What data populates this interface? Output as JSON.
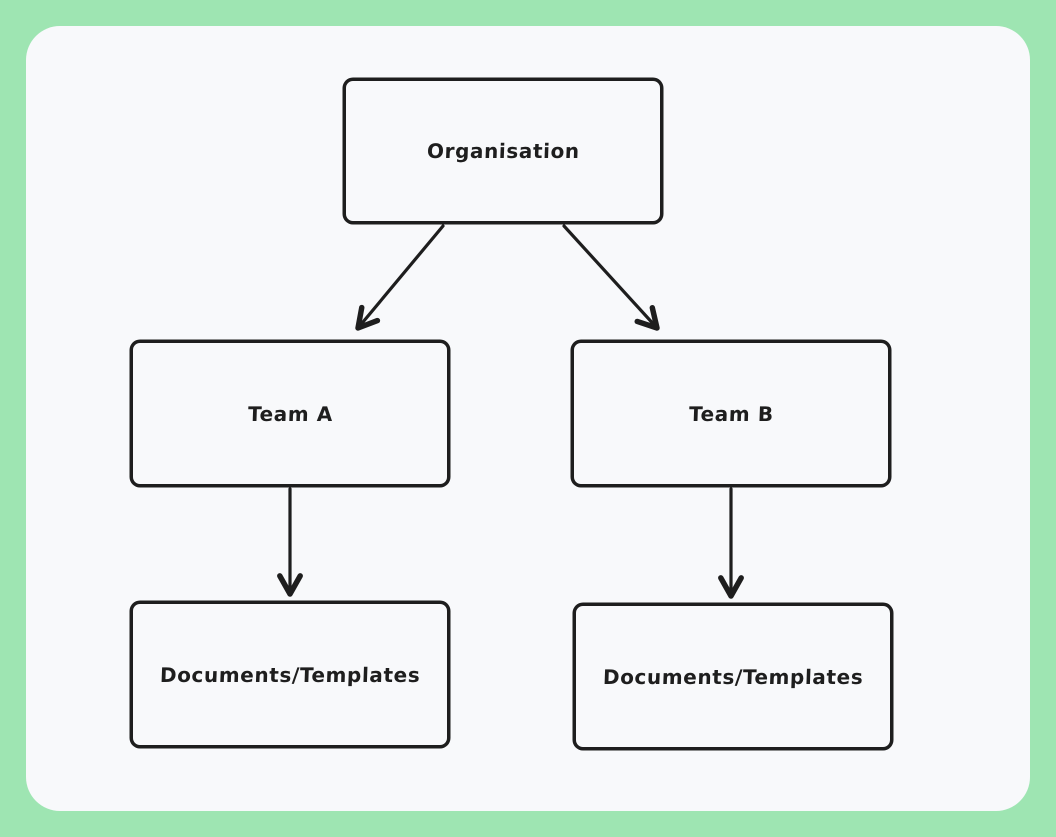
{
  "diagram": {
    "type": "org-chart",
    "style": "hand-drawn-whiteboard",
    "colors": {
      "background": "#9ee5b2",
      "panel": "#f8f9fb",
      "stroke": "#1e1e1e",
      "node_fill": "#f8f9fb"
    },
    "nodes": [
      {
        "id": "organisation",
        "label": "Organisation"
      },
      {
        "id": "team-a",
        "label": "Team A"
      },
      {
        "id": "team-b",
        "label": "Team B"
      },
      {
        "id": "docs-a",
        "label": "Documents/Templates"
      },
      {
        "id": "docs-b",
        "label": "Documents/Templates"
      }
    ],
    "edges": [
      {
        "from": "organisation",
        "to": "team-a",
        "arrow": "end"
      },
      {
        "from": "organisation",
        "to": "team-b",
        "arrow": "end"
      },
      {
        "from": "team-a",
        "to": "docs-a",
        "arrow": "end"
      },
      {
        "from": "team-b",
        "to": "docs-b",
        "arrow": "end"
      }
    ]
  }
}
